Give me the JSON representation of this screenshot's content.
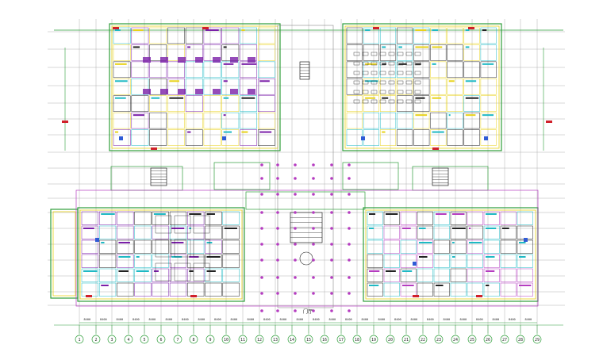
{
  "colors": {
    "background": "#ffffff",
    "grid": "#b0b0b0",
    "green": "#2e9e3a",
    "yellow": "#e8d21a",
    "magenta": "#b53cc0",
    "purple": "#7a1fa8",
    "cyan": "#1fb9c4",
    "red": "#d0202a",
    "blue": "#2f5bd6",
    "black": "#222222",
    "gray": "#8a8a8a"
  },
  "axis_labels": [
    "1",
    "2",
    "3",
    "4",
    "5",
    "6",
    "7",
    "8",
    "9",
    "10",
    "11",
    "12",
    "13",
    "14",
    "15",
    "16",
    "17",
    "18",
    "19",
    "20",
    "21",
    "22",
    "23",
    "24",
    "25",
    "26",
    "27",
    "28",
    "29"
  ],
  "dimension_label": "8400",
  "center_label": "门厅"
}
